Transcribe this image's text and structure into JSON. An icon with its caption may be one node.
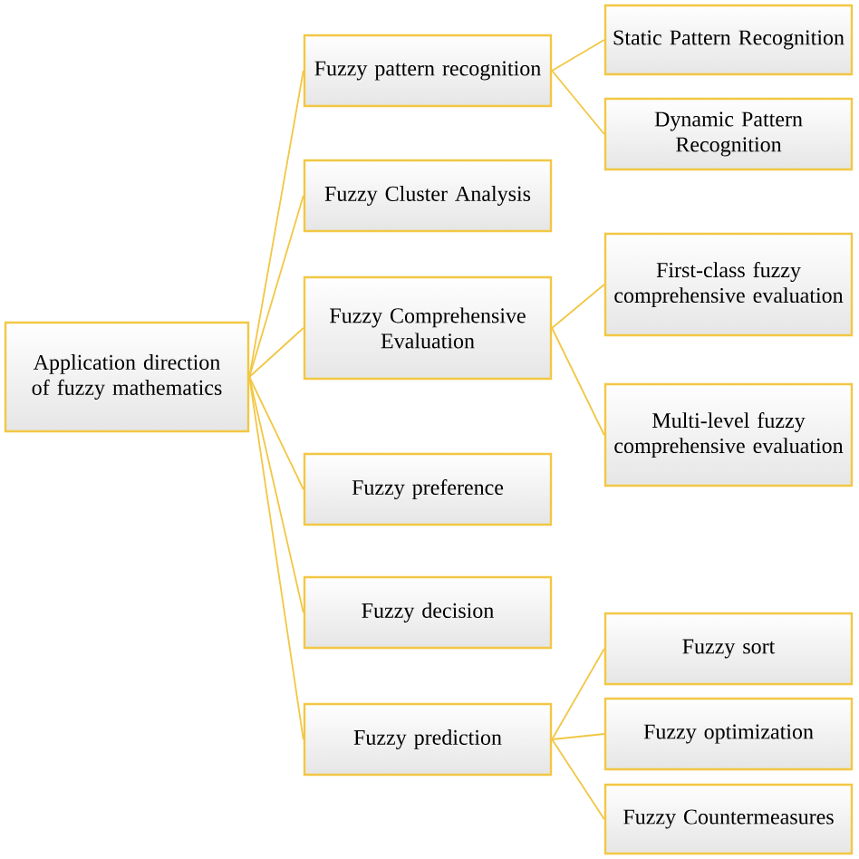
{
  "diagram": {
    "nodes": [
      {
        "text": [
          "Application direction of fuzzy mathematics"
        ]
      },
      {
        "text": [
          "Fuzzy pattern recognition"
        ]
      },
      {
        "text": [
          "Static Pattern Recognition"
        ]
      },
      {
        "text": [
          "Dynamic Pattern Recognition"
        ]
      },
      {
        "text": [
          "Fuzzy Cluster Analysis"
        ]
      },
      {
        "text": [
          "Fuzzy Comprehensive Evaluation"
        ]
      },
      {
        "text": [
          "First-class fuzzy comprehensive evaluation"
        ]
      },
      {
        "text": [
          "Multi-level fuzzy comprehensive evaluation"
        ]
      },
      {
        "text": [
          "Fuzzy preference"
        ]
      },
      {
        "text": [
          "Fuzzy decision"
        ]
      },
      {
        "text": [
          "Fuzzy prediction"
        ]
      },
      {
        "text": [
          "Fuzzy sort"
        ]
      },
      {
        "text": [
          "Fuzzy optimization"
        ]
      },
      {
        "text": [
          "Fuzzy Countermeasures"
        ]
      }
    ],
    "edges": [
      {
        "from": 0,
        "to": 1,
        "arrow": "none"
      },
      {
        "from": 0,
        "to": 4,
        "arrow": "none"
      },
      {
        "from": 0,
        "to": 5,
        "arrow": "none"
      },
      {
        "from": 0,
        "to": 8,
        "arrow": "none"
      },
      {
        "from": 0,
        "to": 9,
        "arrow": "none"
      },
      {
        "from": 0,
        "to": 10,
        "arrow": "none"
      },
      {
        "from": 1,
        "to": 2,
        "arrow": "none"
      },
      {
        "from": 1,
        "to": 3,
        "arrow": "none"
      },
      {
        "from": 5,
        "to": 6,
        "arrow": "none"
      },
      {
        "from": 5,
        "to": 7,
        "arrow": "none"
      },
      {
        "from": 10,
        "to": 11,
        "arrow": "none"
      },
      {
        "from": 10,
        "to": 12,
        "arrow": "none"
      },
      {
        "from": 10,
        "to": 13,
        "arrow": "none"
      }
    ]
  }
}
